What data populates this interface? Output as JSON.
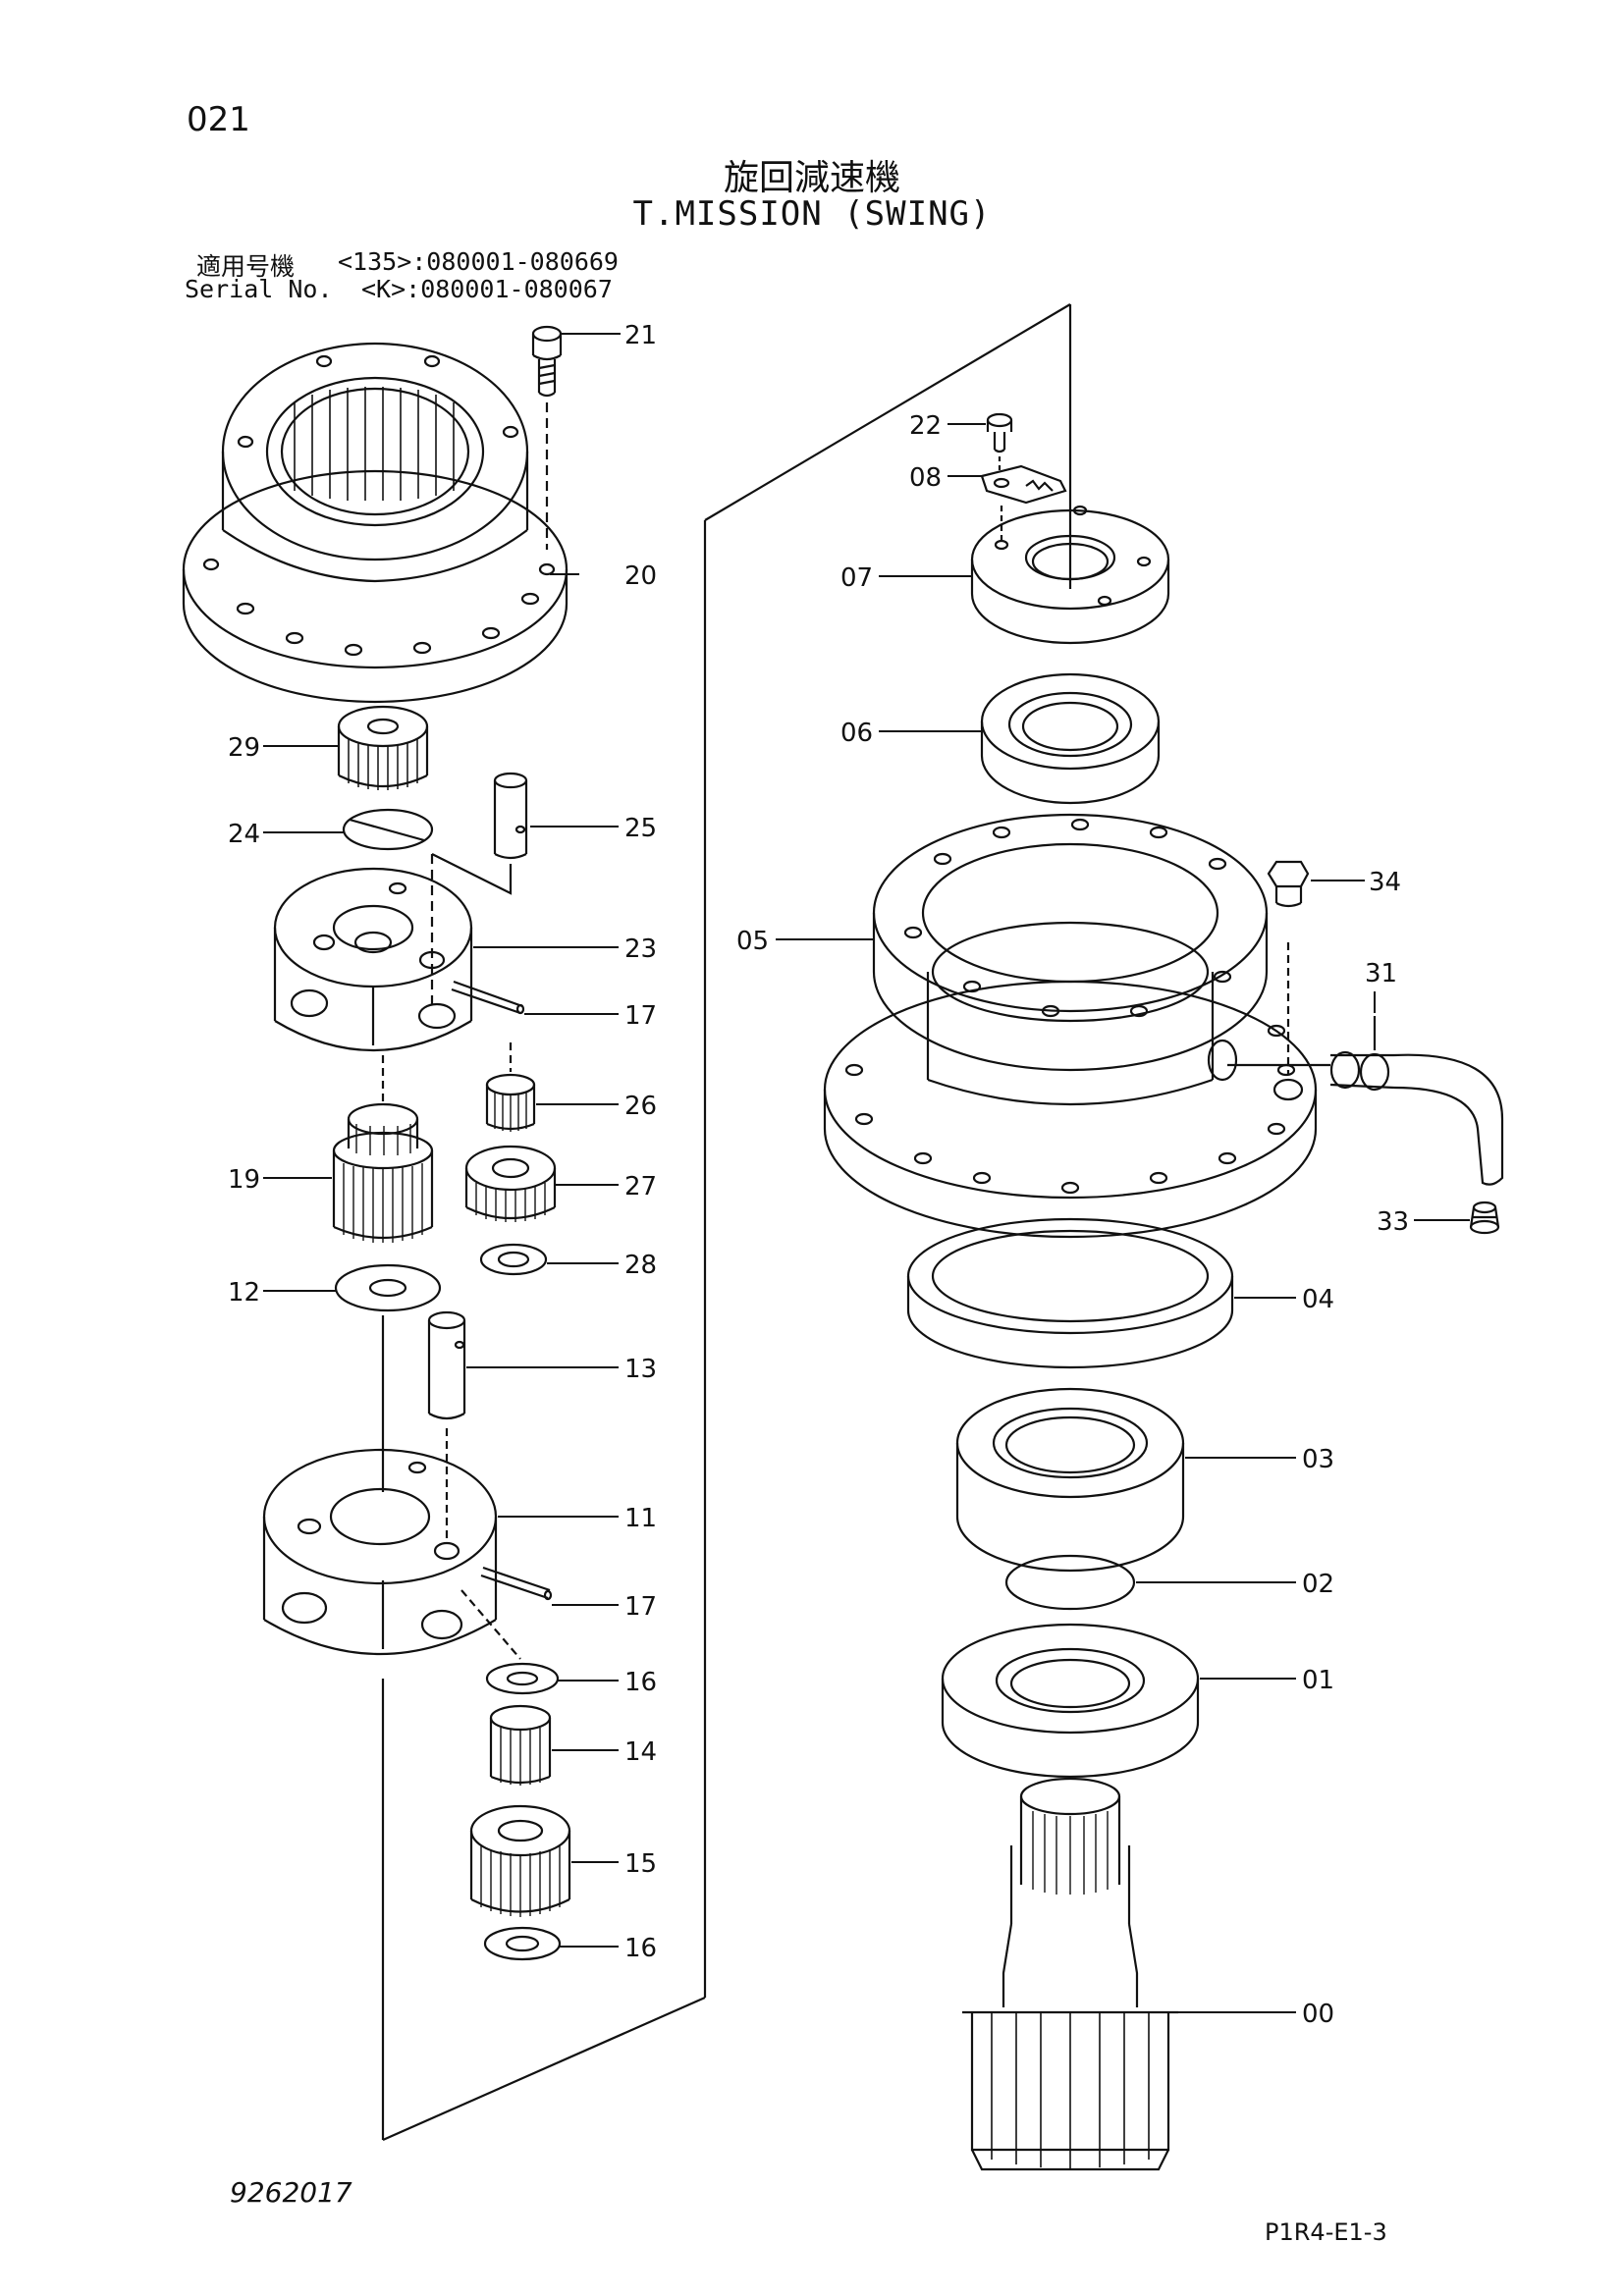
{
  "page": {
    "number": "021",
    "title_jp": "旋回減速機",
    "title_en": "T.MISSION (SWING)",
    "serial_label_jp": "適用号機",
    "serial_label_en": "Serial No.",
    "serial_value_1": "<135>:080001-080669",
    "serial_value_2": "<K>:080001-080067",
    "footer_left": "9262017",
    "footer_right": "P1R4-E1-3"
  },
  "callouts": [
    {
      "id": "21",
      "text": "21"
    },
    {
      "id": "20",
      "text": "20"
    },
    {
      "id": "29",
      "text": "29"
    },
    {
      "id": "24",
      "text": "24"
    },
    {
      "id": "25",
      "text": "25"
    },
    {
      "id": "23",
      "text": "23"
    },
    {
      "id": "17a",
      "text": "17"
    },
    {
      "id": "26",
      "text": "26"
    },
    {
      "id": "19",
      "text": "19"
    },
    {
      "id": "27",
      "text": "27"
    },
    {
      "id": "28",
      "text": "28"
    },
    {
      "id": "12",
      "text": "12"
    },
    {
      "id": "13",
      "text": "13"
    },
    {
      "id": "11",
      "text": "11"
    },
    {
      "id": "17b",
      "text": "17"
    },
    {
      "id": "16a",
      "text": "16"
    },
    {
      "id": "14",
      "text": "14"
    },
    {
      "id": "15",
      "text": "15"
    },
    {
      "id": "16b",
      "text": "16"
    },
    {
      "id": "22",
      "text": "22"
    },
    {
      "id": "08",
      "text": "08"
    },
    {
      "id": "07",
      "text": "07"
    },
    {
      "id": "06",
      "text": "06"
    },
    {
      "id": "34",
      "text": "34"
    },
    {
      "id": "05",
      "text": "05"
    },
    {
      "id": "31",
      "text": "31"
    },
    {
      "id": "33",
      "text": "33"
    },
    {
      "id": "04",
      "text": "04"
    },
    {
      "id": "03",
      "text": "03"
    },
    {
      "id": "02",
      "text": "02"
    },
    {
      "id": "01",
      "text": "01"
    },
    {
      "id": "00",
      "text": "00"
    }
  ]
}
